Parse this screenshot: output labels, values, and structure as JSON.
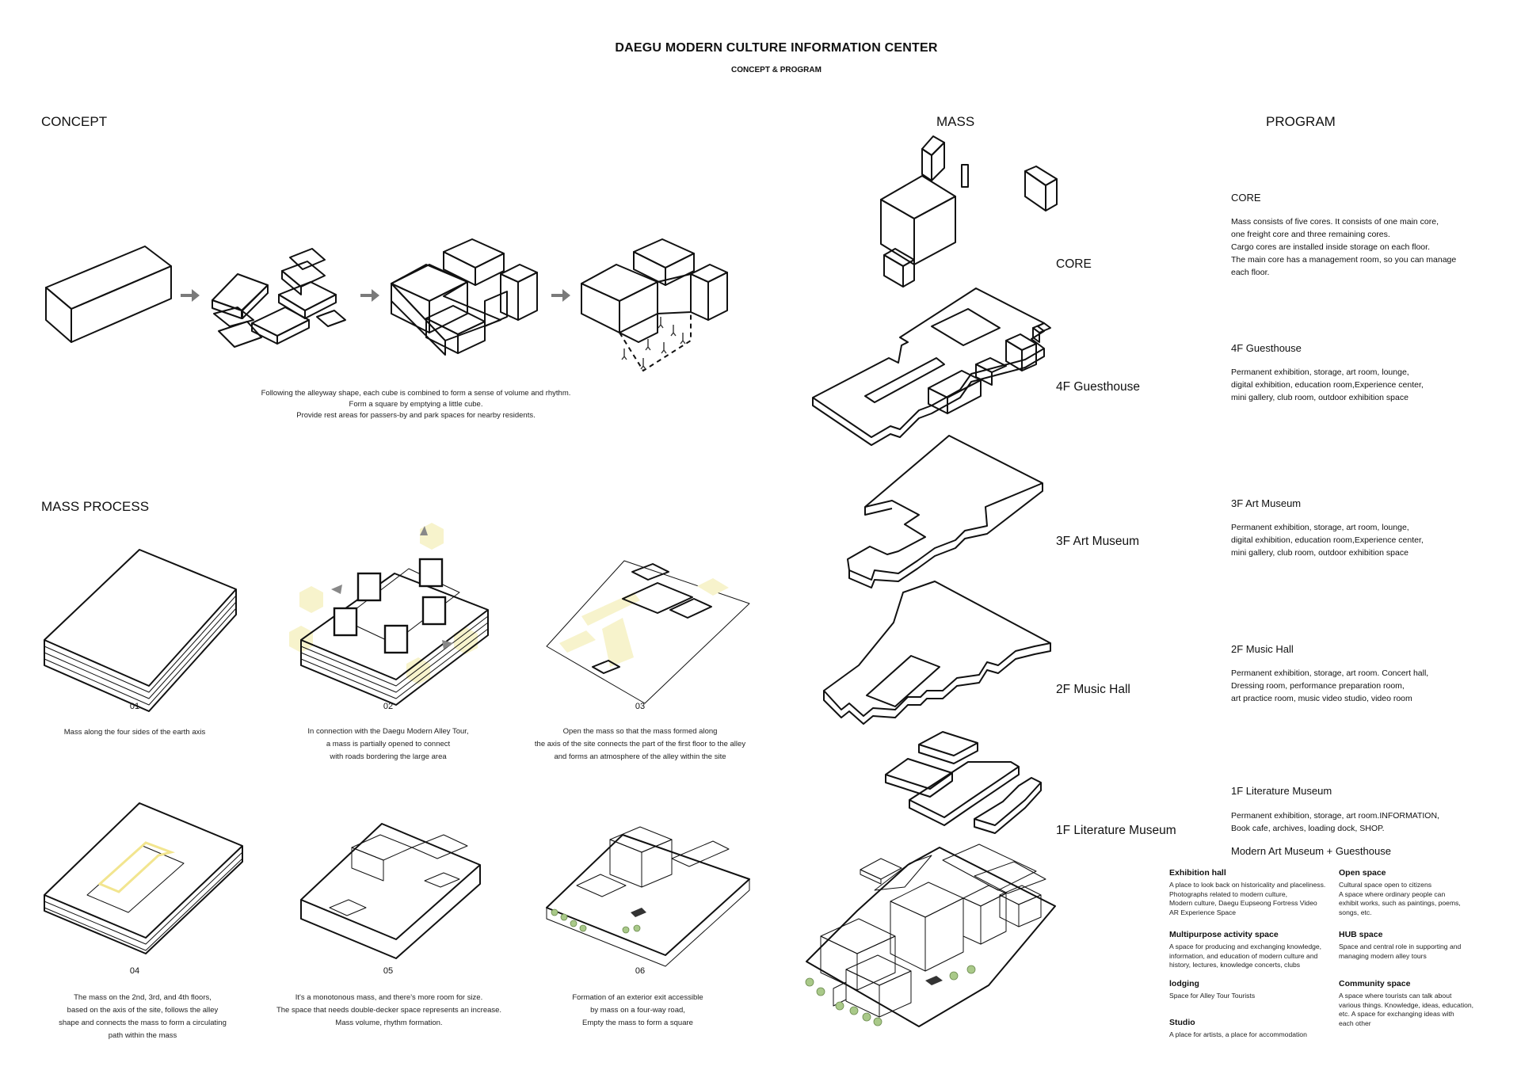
{
  "header": {
    "title": "DAEGU MODERN CULTURE INFORMATION CENTER",
    "subtitle": "CONCEPT & PROGRAM"
  },
  "sections": {
    "concept": "CONCEPT",
    "mass_process": "MASS PROCESS",
    "mass": "MASS",
    "program": "PROGRAM"
  },
  "concept_caption": "Following the alleyway shape, each cube is combined to form a sense of volume and rhythm.\nForm a square by emptying a little cube.\nProvide rest areas for passers-by and park spaces for nearby residents.",
  "process_steps": [
    {
      "num": "01",
      "caption": "Mass along the four sides of the earth axis"
    },
    {
      "num": "02",
      "caption": "In connection with the Daegu Modern Alley Tour,\na mass is partially opened to connect\nwith roads bordering the large area"
    },
    {
      "num": "03",
      "caption": "Open the mass so that the mass formed along\nthe axis of the site connects the part of the first floor to the alley\nand forms an atmosphere of the alley within the site"
    },
    {
      "num": "04",
      "caption": "The mass on the 2nd, 3rd, and 4th floors,\nbased on the axis of the site, follows the alley\nshape and connects the mass to form a circulating\npath within the mass"
    },
    {
      "num": "05",
      "caption": "It's a monotonous mass, and there's more room for size.\nThe space that needs double-decker space represents an increase.\nMass volume, rhythm formation."
    },
    {
      "num": "06",
      "caption": "Formation of an exterior exit accessible\nby mass on a four-way road,\nEmpty the mass to form a square"
    }
  ],
  "floors": [
    "CORE",
    "4F Guesthouse",
    "3F Art Museum",
    "2F Music Hall",
    "1F Literature Museum"
  ],
  "program": [
    {
      "title": "CORE",
      "desc": "Mass consists of five cores. It consists of one main core,\none freight core and three remaining cores.\nCargo cores are installed inside storage on each floor.\nThe main core has a management room, so you can manage\neach floor."
    },
    {
      "title": "4F Guesthouse",
      "desc": "Permanent exhibition, storage, art room, lounge,\ndigital exhibition, education room,Experience center,\n mini gallery, club room, outdoor exhibition space"
    },
    {
      "title": "3F Art Museum",
      "desc": "Permanent exhibition, storage, art room, lounge,\n digital exhibition, education room,Experience center,\nmini gallery, club room, outdoor exhibition space"
    },
    {
      "title": "2F Music Hall",
      "desc": "Permanent exhibition, storage, art room. Concert hall,\nDressing room, performance preparation room,\nart practice room, music video studio, video room"
    },
    {
      "title": "1F Literature Museum",
      "desc": "Permanent exhibition, storage, art room.INFORMATION,\nBook cafe, archives, loading dock, SHOP."
    }
  ],
  "facility_heading": "Modern Art Museum  + Guesthouse",
  "facilities_left": [
    {
      "title": "Exhibition hall",
      "desc": "A place to look back on historicality and placeliness.\nPhotographs related to modern culture,\nModern culture, Daegu Eupseong Fortress Video\nAR Experience Space"
    },
    {
      "title": "Multipurpose activity space",
      "desc": "A space for producing and exchanging knowledge,\ninformation, and education of modern culture and\nhistory, lectures, knowledge concerts, clubs"
    },
    {
      "title": "lodging",
      "desc": "Space for Alley Tour Tourists"
    },
    {
      "title": "Studio",
      "desc": "A place for artists, a place for accommodation"
    }
  ],
  "facilities_right": [
    {
      "title": "Open space",
      "desc": "Cultural space open to citizens\nA space where ordinary people can\nexhibit works, such as paintings, poems,\nsongs, etc."
    },
    {
      "title": "HUB space",
      "desc": "Space and central role in supporting and\nmanaging modern alley tours"
    },
    {
      "title": "Community space",
      "desc": "A space where tourists can talk about\nvarious things. Knowledge, ideas, education,\netc. A space for exchanging ideas with\neach other"
    }
  ],
  "colors": {
    "cream": "#f7f3cc",
    "blue": "#dbeefb",
    "lilac": "#eedcee",
    "pink": "#fbd9da",
    "green": "#e2efd6",
    "arrow": "#7a7a7a"
  }
}
